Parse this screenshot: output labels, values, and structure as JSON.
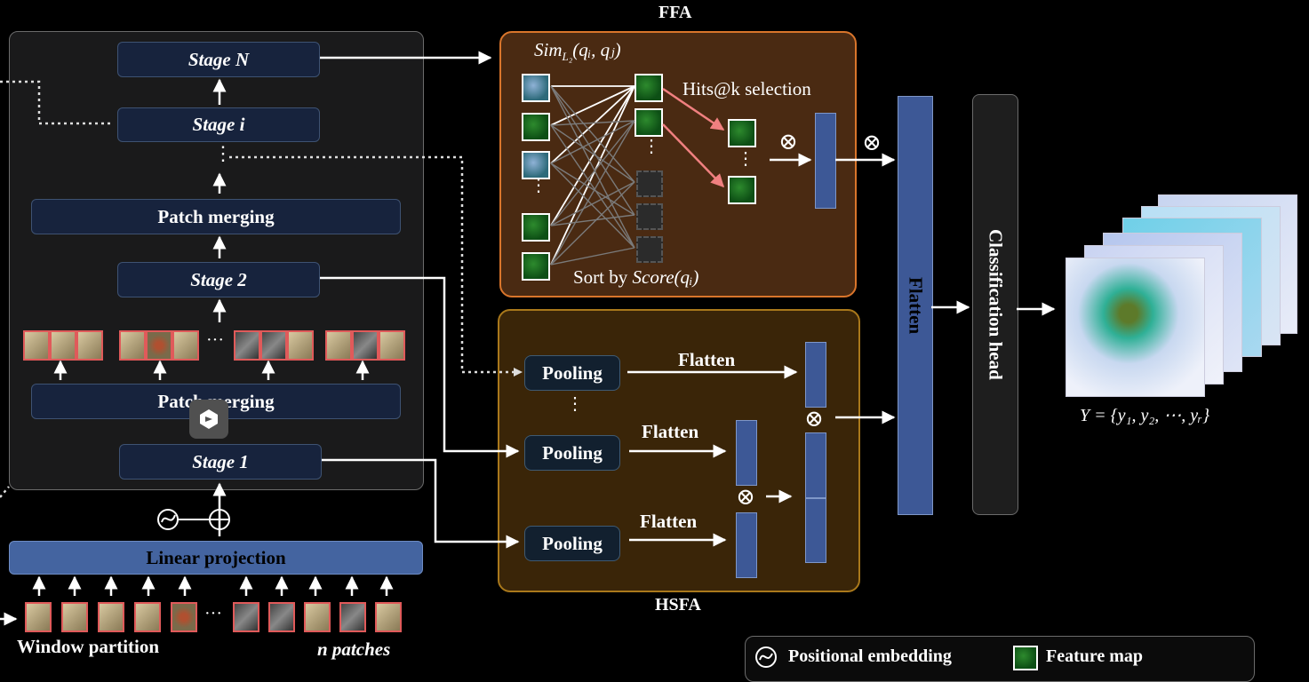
{
  "ffa": {
    "title": "FFA",
    "sim_label_base": "Sim",
    "sim_label_sub": "L₂",
    "sim_label_args": "(qᵢ, qⱼ)",
    "hits_label": "Hits@k selection",
    "sort_label_prefix": "Sort by ",
    "sort_label_expr": "Score(qᵢ)"
  },
  "hsfa": {
    "title": "HSFA",
    "pooling_label": "Pooling",
    "flatten_label": "Flatten"
  },
  "backbone": {
    "stage_n": "Stage N",
    "stage_i": "Stage i",
    "patch_merging_upper": "Patch merging",
    "stage_2": "Stage 2",
    "patch_merging_lower": "Patch merging",
    "stage_1": "Stage 1",
    "linear_projection": "Linear projection",
    "ellipsis": "···",
    "vdots": "⋮"
  },
  "input": {
    "window_partition": "Window partition",
    "n_patches": "n patches"
  },
  "flatten_main": "Flatten",
  "classification_head": "Classification head",
  "output_label": "Y = {y₁, y₂, ⋯, yᵣ}",
  "otimes": "⊗",
  "legend": {
    "positional_embedding": "Positional embedding",
    "feature_map": "Feature map"
  },
  "colors": {
    "ffa_border": "#d9752b",
    "hsfa_border": "#a9781b",
    "stage_box": "#17233d",
    "linear_projection": "#4464a0",
    "bar_blue": "#3d5896",
    "hits_arrow": "#f08080"
  }
}
